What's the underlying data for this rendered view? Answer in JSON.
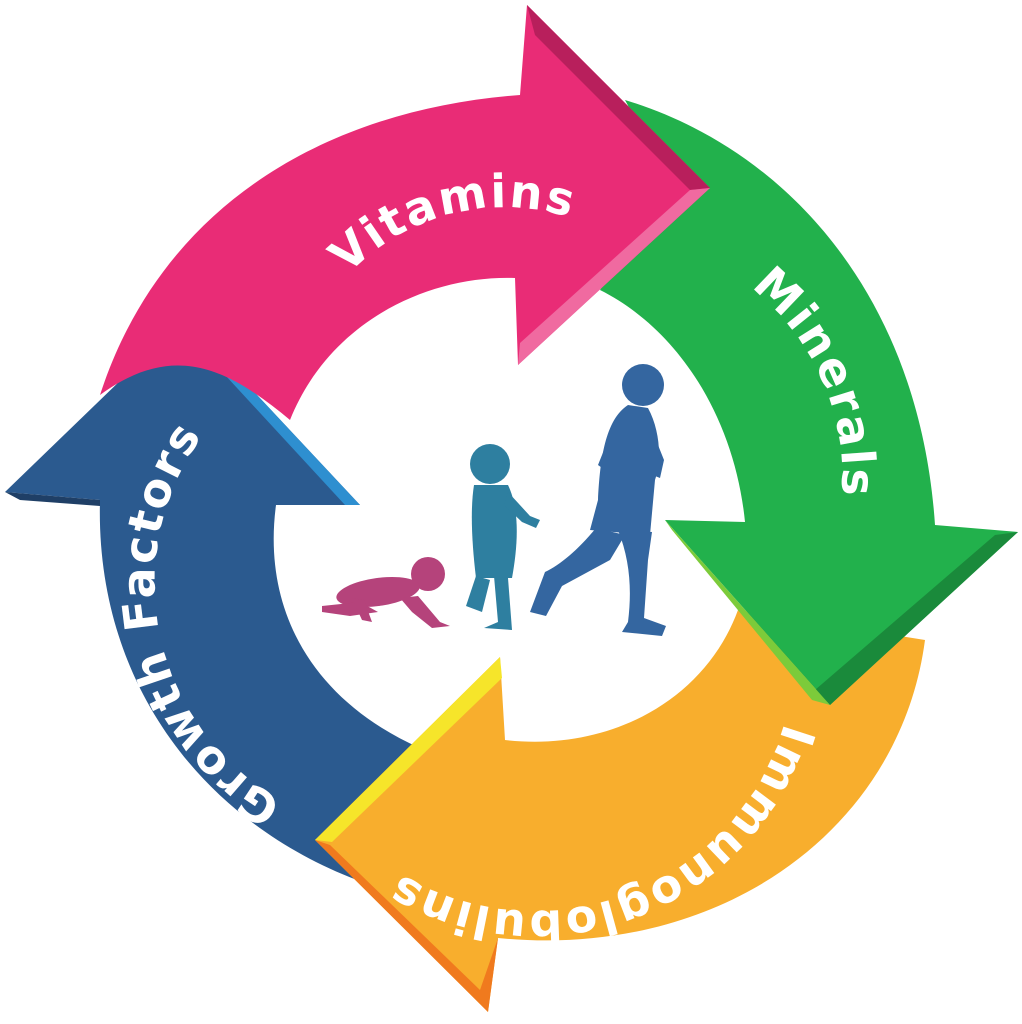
{
  "segments": [
    {
      "label": "Vitamins",
      "color": "#E92C76",
      "shade": "#B81F5C",
      "light": "#F06AA0"
    },
    {
      "label": "Minerals",
      "color": "#22B14C",
      "shade": "#1A8A3B",
      "light": "#7CCB3A"
    },
    {
      "label": "Immunoglobulins",
      "color": "#F8AE2D",
      "shade": "#F07A1E",
      "light": "#F6E52A"
    },
    {
      "label": "Growth Factors",
      "color": "#2B5A8F",
      "shade": "#1F3F66",
      "light": "#2E8FD0"
    }
  ],
  "silhouettes": {
    "crawling_baby": "#B5437B",
    "toddler": "#2E7FA0",
    "running_adult": "#3466A0"
  }
}
